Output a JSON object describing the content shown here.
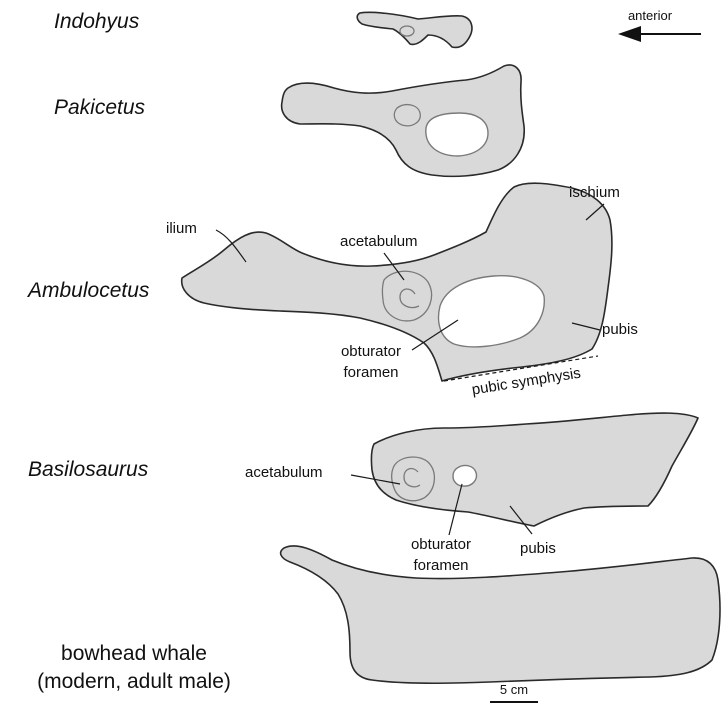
{
  "taxa": {
    "indohyus": "Indohyus",
    "pakicetus": "Pakicetus",
    "ambulocetus": "Ambulocetus",
    "basilosaurus": "Basilosaurus",
    "bowhead_line1": "bowhead whale",
    "bowhead_line2": "(modern, adult male)"
  },
  "direction": {
    "label": "anterior"
  },
  "ambulocetus_labels": {
    "ilium": "ilium",
    "acetabulum": "acetabulum",
    "ischium": "ischium",
    "pubis": "pubis",
    "obturator_line1": "obturator",
    "obturator_line2": "foramen",
    "pubic_symphysis": "pubic symphysis"
  },
  "basilosaurus_labels": {
    "acetabulum": "acetabulum",
    "obturator_line1": "obturator",
    "obturator_line2": "foramen",
    "pubis": "pubis"
  },
  "scale_bar": {
    "label": "5 cm"
  },
  "colors": {
    "bone_fill": "#d9d9d9",
    "outline": "#2a2a2a",
    "inner_outline": "#7a7a7a"
  }
}
